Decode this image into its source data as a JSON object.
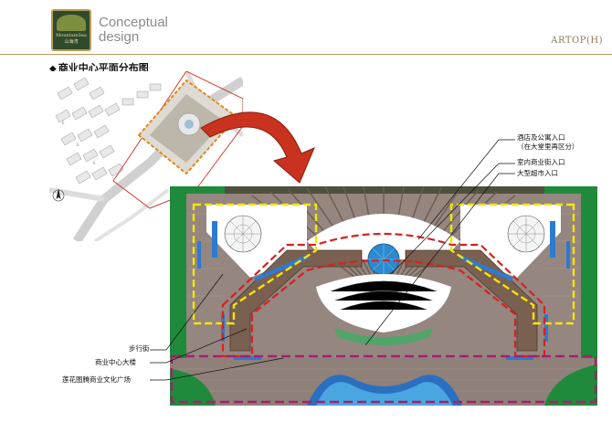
{
  "header": {
    "logo_lines": [
      "MountainSea",
      "山海湾"
    ],
    "concept_title_line1": "Conceptual",
    "concept_title_line2": "design",
    "brand": "ARTOP(H)"
  },
  "section": {
    "bullet": "◆",
    "title": "商业中心平面分布图"
  },
  "labels": {
    "hotel_entrance": "酒店及公寓入口",
    "hotel_entrance_note": "（在大堂里再区分）",
    "indoor_street_entrance": "室内商业街入口",
    "supermarket_entrance": "大型超市入口",
    "pedestrian_street": "步行街",
    "commercial_building": "商业中心大楼",
    "lotus_plaza": "莲花图腾商业文化广场"
  },
  "colors": {
    "accent_gold": "#b99b5a",
    "arrow_red": "#c8321e",
    "zone_yellow": "#f5e600",
    "zone_red": "#d82020",
    "zone_magenta": "#a0226e",
    "paving": "#9a8a82",
    "building": "#7a6050",
    "lawn": "#1e8a3a",
    "water": "#2a6fc0"
  }
}
